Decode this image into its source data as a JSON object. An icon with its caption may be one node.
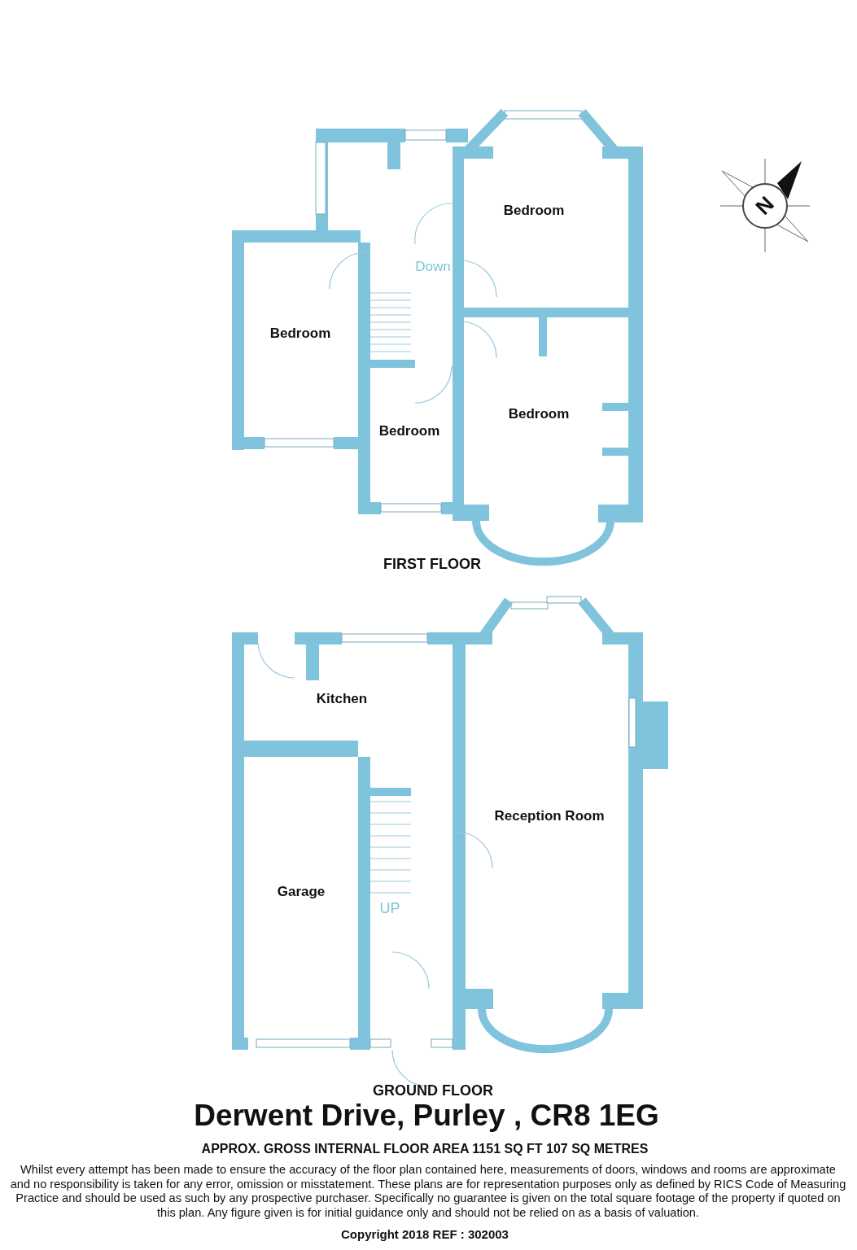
{
  "diagram": {
    "title": "Derwent Drive, Purley , CR8 1EG",
    "labels": [
      "Bedroom",
      "Down",
      "Bedroom",
      "Bedroom",
      "Bedroom",
      "FIRST FLOOR",
      "Kitchen",
      "Reception Room",
      "Garage",
      "UP",
      "GROUND FLOOR",
      "APPROX. GROSS INTERNAL FLOOR AREA 1151 SQ FT 107 SQ METRES",
      "Whilst every attempt has been made to ensure the accuracy of the floor plan contained here, measurements of doors, windows and rooms are approximate and no responsibility is taken for any error, omission or misstatement. These plans are for representation purposes only as defined by RICS Code of Measuring Practice and should be used as such by any prospective purchaser.  Specifically no guarantee is given on the total square footage of the property if quoted on this plan. Any figure given is for initial guidance only and should not be relied on as a basis of valuation.",
      "Copyright 2018 REF : 302003",
      "N"
    ]
  }
}
